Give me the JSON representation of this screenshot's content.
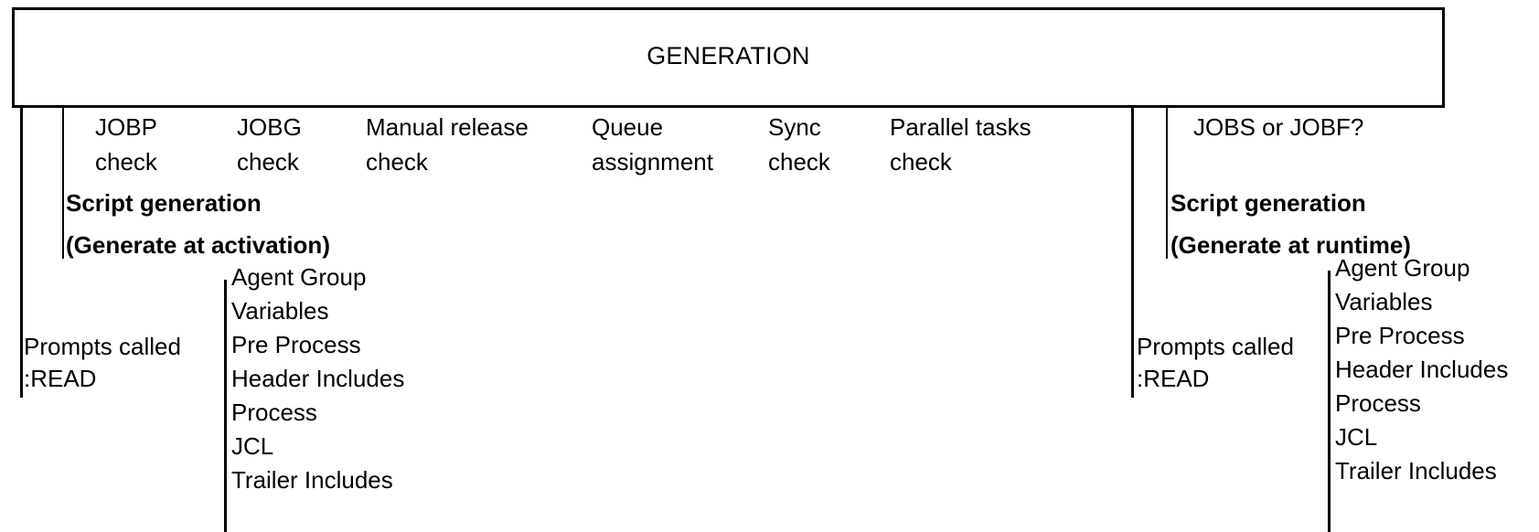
{
  "diagram": {
    "title": "GENERATION",
    "stages": [
      {
        "line1": "JOBP",
        "line2": "check"
      },
      {
        "line1": "JOBG",
        "line2": "check"
      },
      {
        "line1": "Manual release",
        "line2": "check"
      },
      {
        "line1": "Queue",
        "line2": "assignment"
      },
      {
        "line1": "Sync",
        "line2": "check"
      },
      {
        "line1": "Parallel tasks",
        "line2": "check"
      }
    ],
    "left_branch": {
      "heading_line1": "Script generation",
      "heading_line2": "(Generate at activation)",
      "prompts_line1": "Prompts called",
      "prompts_line2": ":READ",
      "items": [
        "Agent Group",
        "Variables",
        "Pre Process",
        "Header Includes",
        "Process",
        "JCL",
        "Trailer Includes"
      ]
    },
    "right_branch": {
      "question": "JOBS or JOBF?",
      "heading_line1": "Script generation",
      "heading_line2": "(Generate at runtime)",
      "prompts_line1": "Prompts called",
      "prompts_line2": ":READ",
      "items": [
        "Agent Group",
        "Variables",
        "Pre Process",
        "Header Includes",
        "Process",
        "JCL",
        "Trailer Includes"
      ]
    },
    "colors": {
      "stroke": "#000000",
      "background": "#ffffff",
      "text": "#000000"
    }
  }
}
